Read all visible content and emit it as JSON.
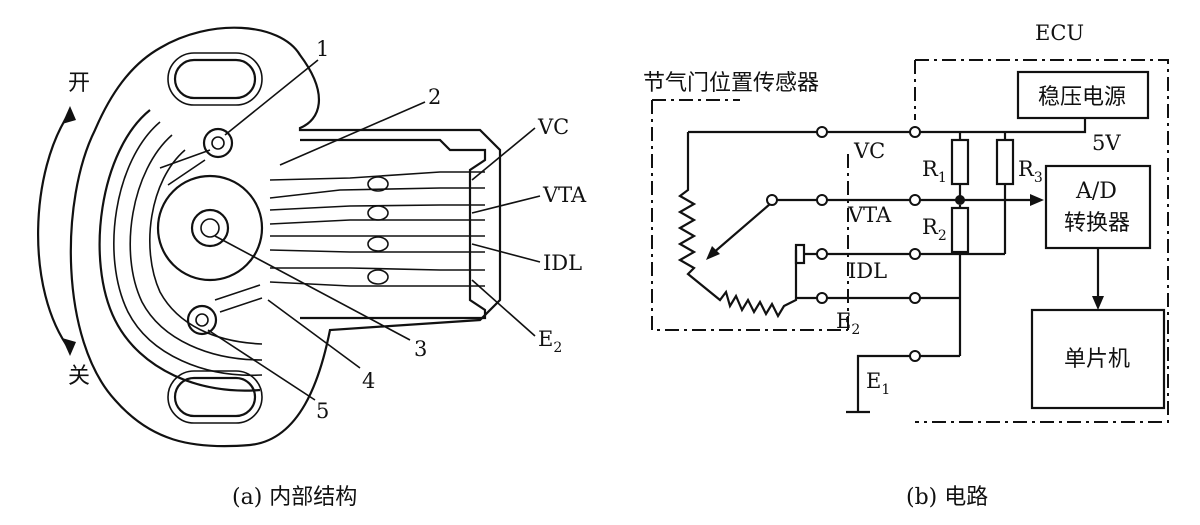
{
  "left": {
    "labels": {
      "open": "开",
      "close": "关",
      "n1": "1",
      "n2": "2",
      "n3": "3",
      "n4": "4",
      "n5": "5",
      "vc": "VC",
      "vta": "VTA",
      "idl": "IDL",
      "e2": "E",
      "e2_sub": "2"
    },
    "caption": "(a) 内部结构"
  },
  "right": {
    "title_sensor": "节气门位置传感器",
    "ecu": "ECU",
    "regulator": "稳压电源",
    "voltage": "5V",
    "adc_line1": "A/D",
    "adc_line2": "转换器",
    "mcu": "单片机",
    "vc": "VC",
    "vta": "VTA",
    "idl": "IDL",
    "e2": "E",
    "e2_sub": "2",
    "e1": "E",
    "e1_sub": "1",
    "r1": "R",
    "r1_sub": "1",
    "r2": "R",
    "r2_sub": "2",
    "r3": "R",
    "r3_sub": "3",
    "caption": "(b) 电路"
  }
}
